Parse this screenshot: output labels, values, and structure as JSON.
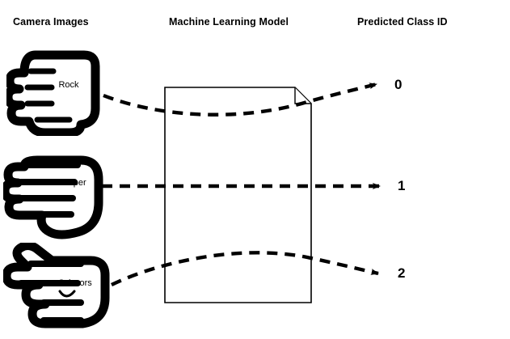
{
  "diagram": {
    "title_columns": {
      "camera": "Camera Images",
      "model": "Machine Learning Model",
      "class": "Predicted Class ID"
    },
    "gestures": [
      {
        "name": "rock",
        "label": "Rock",
        "icon": "fist-hand-icon",
        "class_id": "0"
      },
      {
        "name": "paper",
        "label": "Paper",
        "icon": "open-hand-icon",
        "class_id": "1"
      },
      {
        "name": "scissors",
        "label": "Scissors",
        "icon": "victory-hand-icon",
        "class_id": "2"
      }
    ],
    "model_box": {
      "shape": "document-with-folded-corner",
      "label": ""
    },
    "class_ids": [
      "0",
      "1",
      "2"
    ],
    "colors": {
      "stroke": "#000000",
      "background": "#ffffff"
    },
    "connectors": {
      "style": "dashed",
      "arrowhead": "filled-triangle"
    }
  }
}
